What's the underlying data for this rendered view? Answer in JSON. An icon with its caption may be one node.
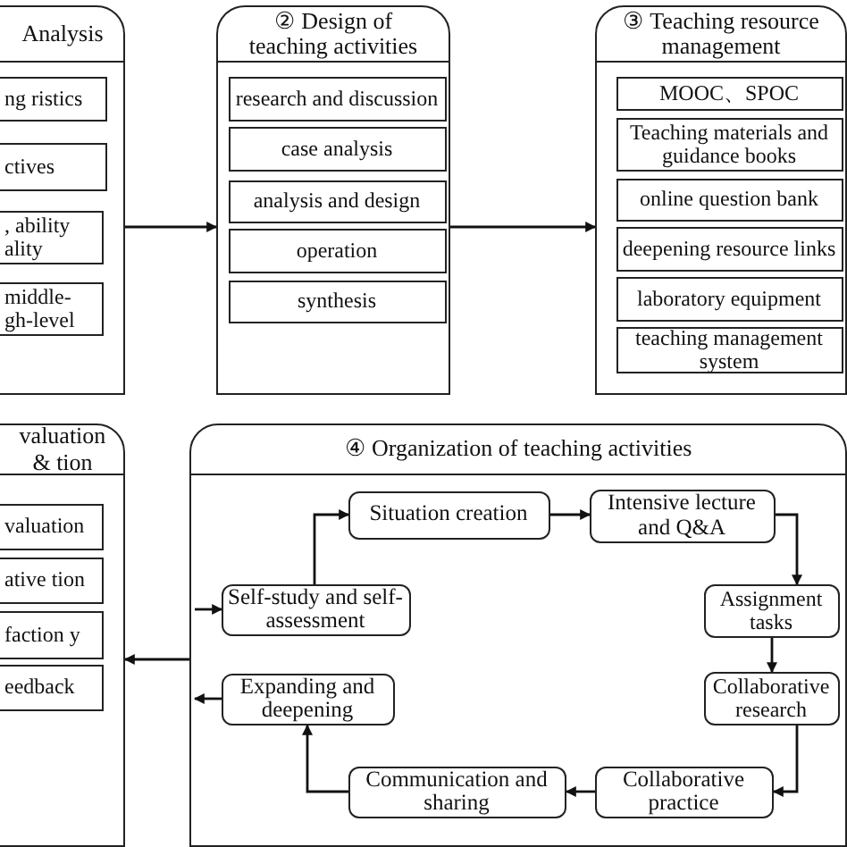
{
  "diagram": {
    "nodes": [
      {
        "text": [
          "Analysis"
        ]
      },
      {
        "text": [
          "ng ristics"
        ],
        "in": 0
      },
      {
        "text": [
          "ctives"
        ],
        "in": 0
      },
      {
        "text": [
          ", ability ality"
        ],
        "in": 0
      },
      {
        "text": [
          "middle- gh-level"
        ],
        "in": 0
      },
      {
        "text": [
          "② Design of teaching activities"
        ]
      },
      {
        "text": [
          "research and discussion"
        ],
        "in": 5
      },
      {
        "text": [
          "case analysis"
        ],
        "in": 5
      },
      {
        "text": [
          "analysis and design"
        ],
        "in": 5
      },
      {
        "text": [
          "operation"
        ],
        "in": 5
      },
      {
        "text": [
          "synthesis"
        ],
        "in": 5
      },
      {
        "text": [
          "③ Teaching resource management"
        ]
      },
      {
        "text": [
          "MOOC、SPOC"
        ],
        "in": 11
      },
      {
        "text": [
          "Teaching materials and guidance books"
        ],
        "in": 11
      },
      {
        "text": [
          "online question bank"
        ],
        "in": 11
      },
      {
        "text": [
          "deepening resource links"
        ],
        "in": 11
      },
      {
        "text": [
          "laboratory equipment"
        ],
        "in": 11
      },
      {
        "text": [
          "teaching management system"
        ],
        "in": 11
      },
      {
        "text": [
          "valuation & tion"
        ]
      },
      {
        "text": [
          "valuation"
        ],
        "in": 18
      },
      {
        "text": [
          "ative tion"
        ],
        "in": 18
      },
      {
        "text": [
          "faction y"
        ],
        "in": 18
      },
      {
        "text": [
          "eedback"
        ],
        "in": 18
      },
      {
        "text": [
          "④ Organization of teaching activities"
        ]
      },
      {
        "text": [
          "Situation creation"
        ],
        "in": 23
      },
      {
        "text": [
          "Intensive lecture and Q&A"
        ],
        "in": 23
      },
      {
        "text": [
          "Self-study and self-assessment"
        ],
        "in": 23
      },
      {
        "text": [
          "Assignment tasks"
        ],
        "in": 23
      },
      {
        "text": [
          "Collaborative research"
        ],
        "in": 23
      },
      {
        "text": [
          "Expanding and deepening"
        ],
        "in": 23
      },
      {
        "text": [
          "Communication and sharing"
        ],
        "in": 23
      },
      {
        "text": [
          "Collaborative practice"
        ],
        "in": 23
      }
    ],
    "edges": [
      {
        "from": 0,
        "to": 5,
        "arrow": "to"
      },
      {
        "from": 5,
        "to": 11,
        "arrow": "to"
      },
      {
        "from": 23,
        "to": 18,
        "arrow": "to"
      },
      {
        "from": 26,
        "to": 24,
        "arrow": "to"
      },
      {
        "from": 24,
        "to": 25,
        "arrow": "to"
      },
      {
        "from": 25,
        "to": 27,
        "arrow": "to"
      },
      {
        "from": 27,
        "to": 28,
        "arrow": "to"
      },
      {
        "from": 28,
        "to": 31,
        "arrow": "to"
      },
      {
        "from": 31,
        "to": 30,
        "arrow": "to"
      },
      {
        "from": 30,
        "to": 29,
        "arrow": "to"
      },
      {
        "from": 29,
        "to": null,
        "arrow": "to"
      },
      {
        "from": null,
        "to": 26,
        "arrow": "to"
      }
    ]
  }
}
